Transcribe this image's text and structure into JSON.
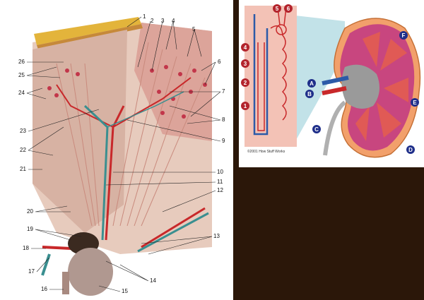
{
  "left_diagram": {
    "labels": [
      "1",
      "2",
      "3",
      "4",
      "5",
      "6",
      "7",
      "8",
      "9",
      "10",
      "11",
      "12",
      "13",
      "14",
      "15",
      "16",
      "17",
      "18",
      "19",
      "20",
      "21",
      "22",
      "23",
      "24",
      "25",
      "26"
    ]
  },
  "right_diagram": {
    "nephron_numbers": [
      "1",
      "2",
      "3",
      "4",
      "5",
      "6"
    ],
    "kidney_letters": [
      "A",
      "B",
      "C",
      "D",
      "E",
      "F"
    ],
    "copyright": "©2001 How Stuff Works"
  },
  "colors": {
    "number_badge": "#b3242c",
    "letter_badge": "#1f2f8a",
    "artery": "#c8282a",
    "vein": "#2c5aa8",
    "cortex": "#c8467f",
    "medulla": "#e05a55",
    "background": "#2b1709"
  }
}
